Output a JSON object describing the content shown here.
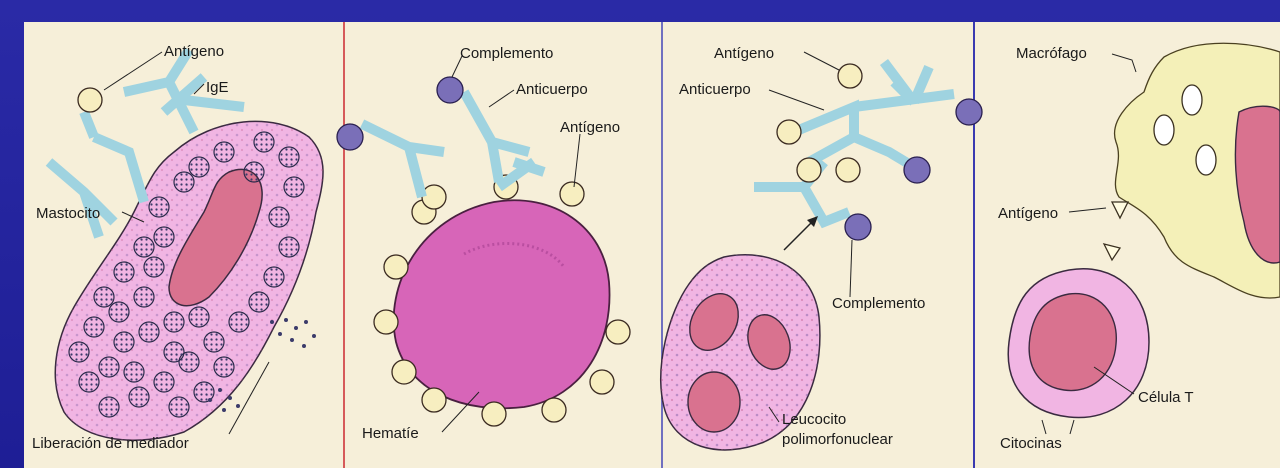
{
  "panel1": {
    "antigen": "Antígeno",
    "ige": "IgE",
    "mast_cell": "Mastocito",
    "mediator_release": "Liberación de mediador"
  },
  "panel2": {
    "complement": "Complemento",
    "antibody": "Anticuerpo",
    "antigen": "Antígeno",
    "red_cell": "Hematíe"
  },
  "panel3": {
    "antigen": "Antígeno",
    "antibody": "Anticuerpo",
    "complement": "Complemento",
    "leukocyte_line1": "Leucocito",
    "leukocyte_line2": "polimorfonuclear"
  },
  "panel4": {
    "macrophage": "Macrófago",
    "antigen": "Antígeno",
    "t_cell": "Célula T",
    "cytokines": "Citocinas"
  },
  "colors": {
    "frame": "#1e1e95",
    "paper": "#f6efd9",
    "antibody": "#9fd3e0",
    "cell_pink": "#e8a8d8",
    "nucleus": "#d9728f",
    "antigen_bead": "#f7eec0",
    "complement": "#7a6fb8",
    "macrophage": "#f4f0b8"
  }
}
